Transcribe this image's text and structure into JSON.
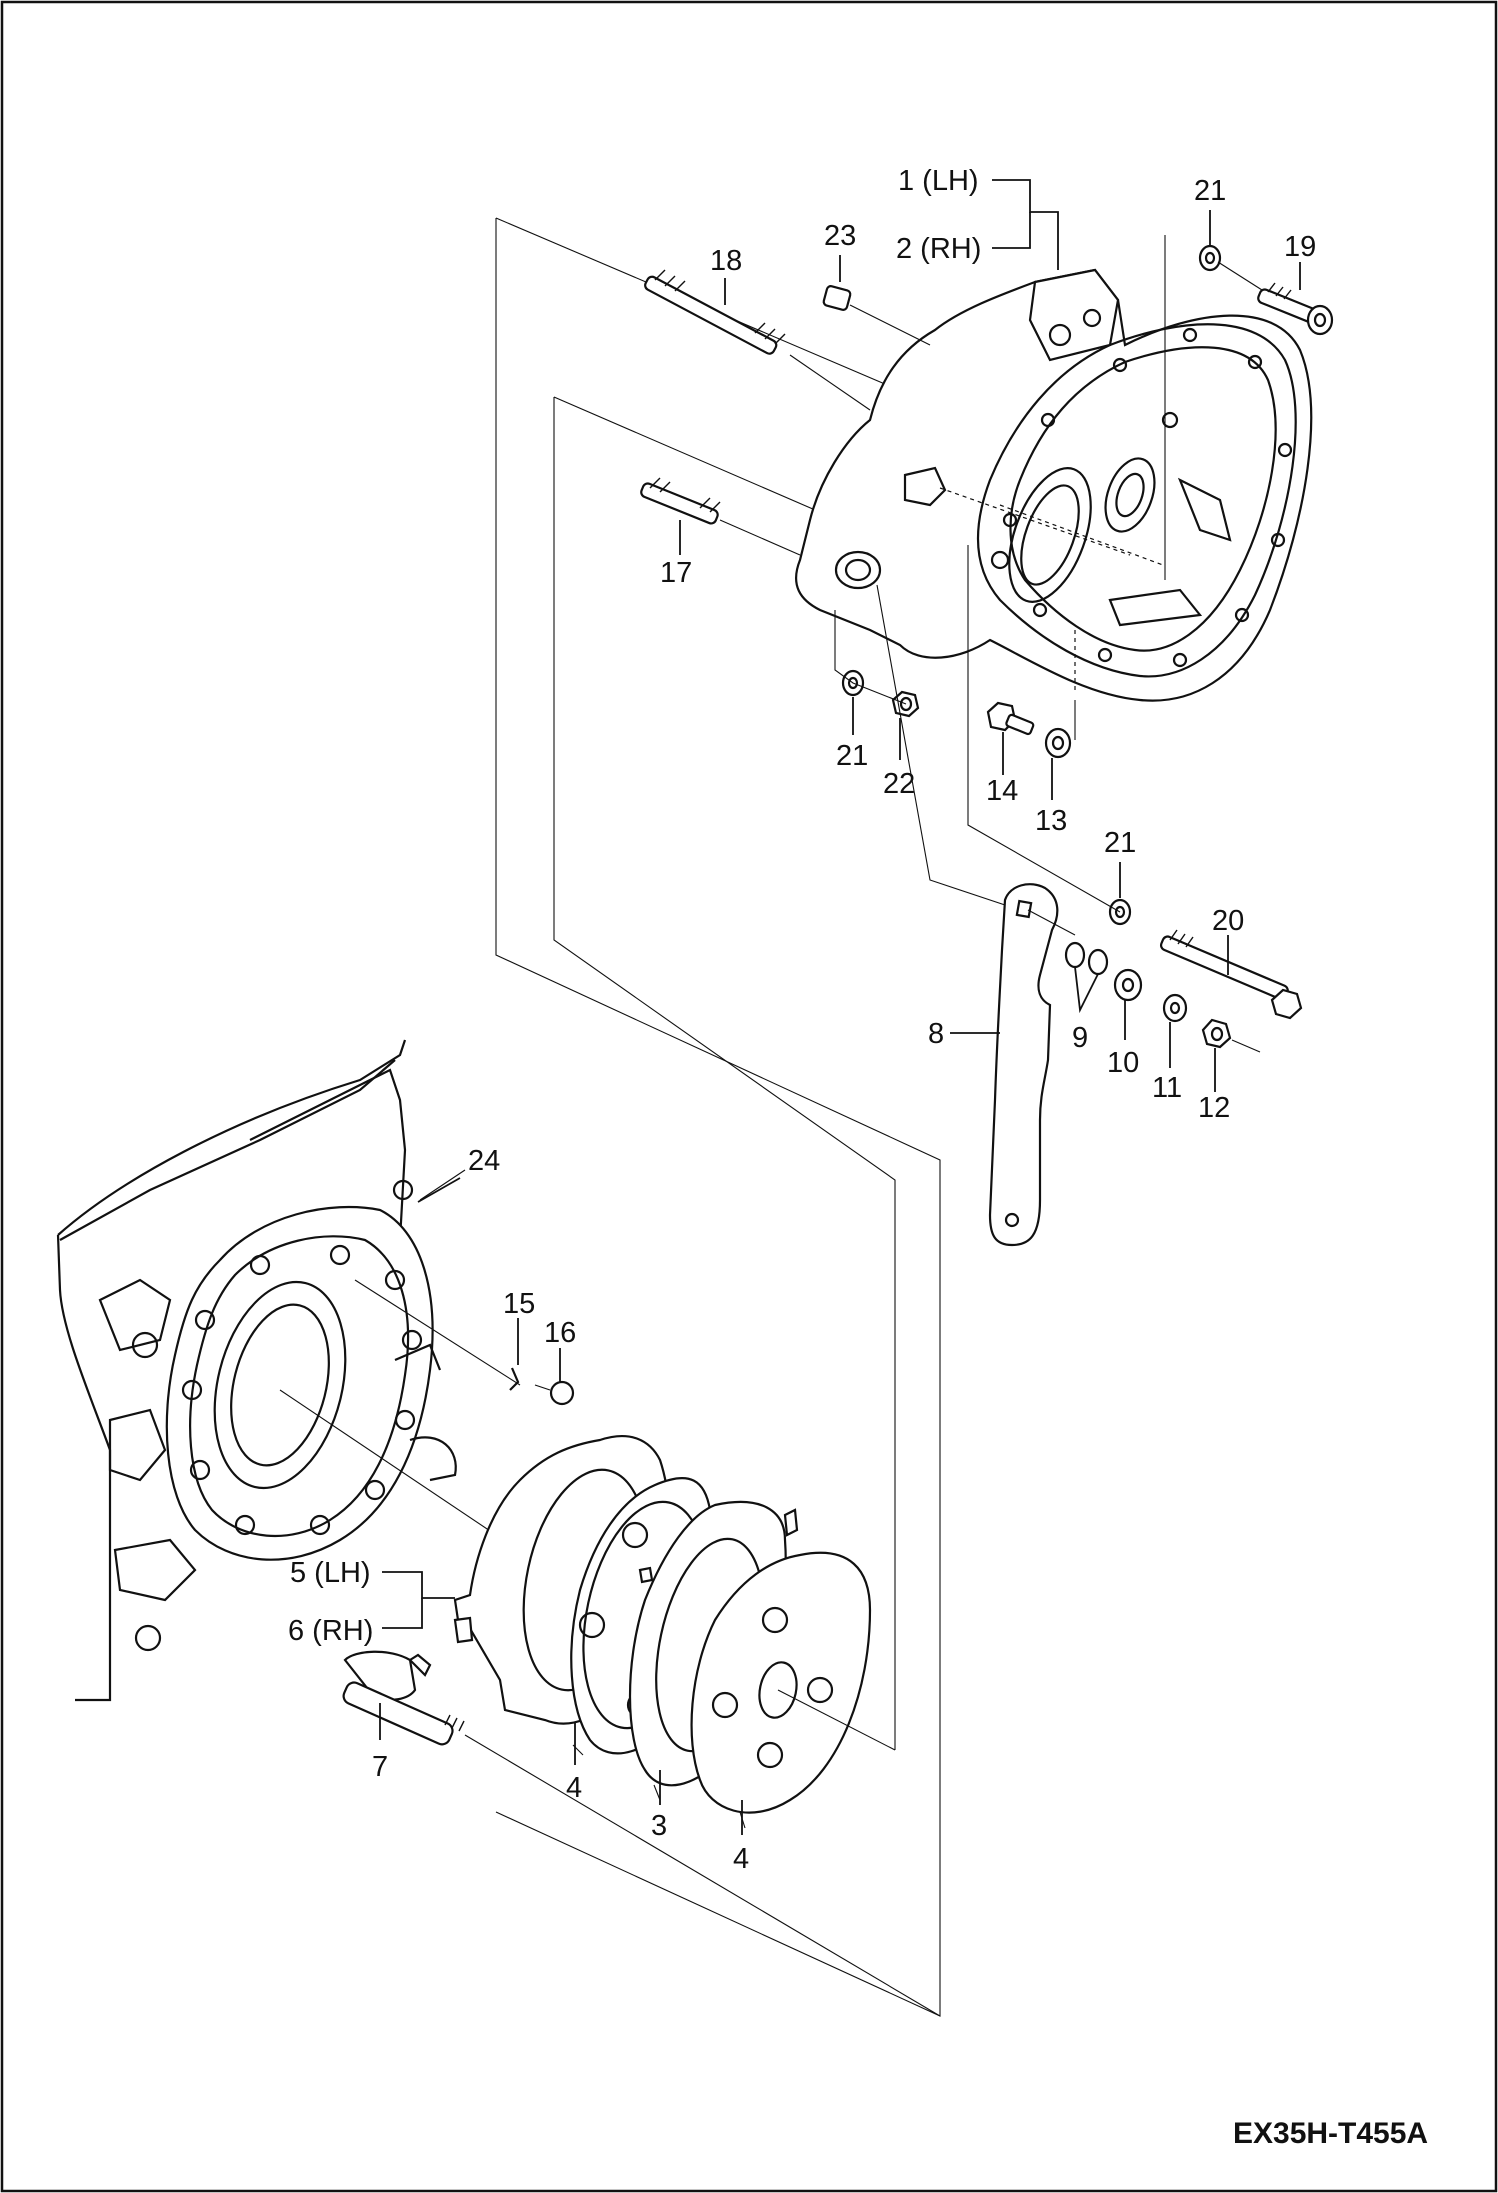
{
  "drawing_code": "EX35H-T455A",
  "callouts": {
    "p1": "1 (LH)",
    "p2": "2 (RH)",
    "p3": "3",
    "p4a": "4",
    "p4b": "4",
    "p5": "5 (LH)",
    "p6": "6 (RH)",
    "p7": "7",
    "p8": "8",
    "p9": "9",
    "p10": "10",
    "p11": "11",
    "p12": "12",
    "p13": "13",
    "p14": "14",
    "p15": "15",
    "p16": "16",
    "p17": "17",
    "p18": "18",
    "p19": "19",
    "p20": "20",
    "p21a": "21",
    "p21b": "21",
    "p21c": "21",
    "p22": "22",
    "p23": "23",
    "p24": "24"
  }
}
